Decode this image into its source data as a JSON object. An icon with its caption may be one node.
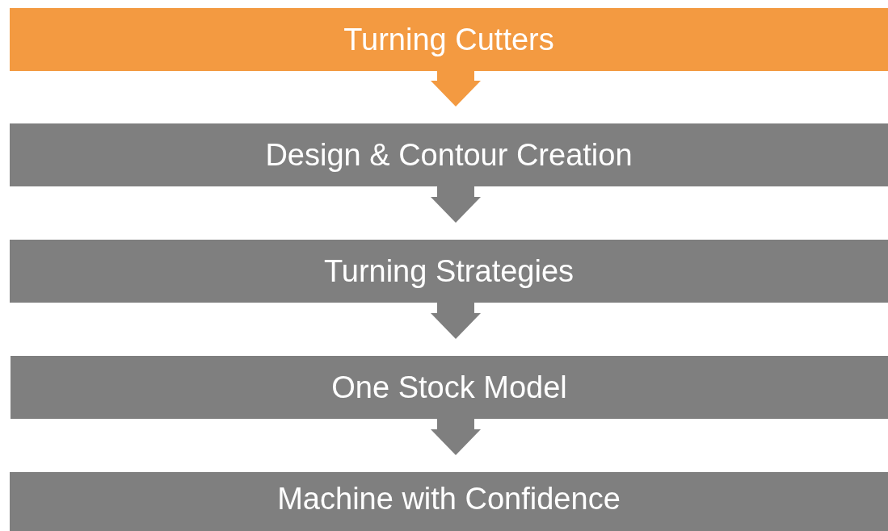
{
  "diagram": {
    "nodes": [
      {
        "text": [
          "Turning Cutters"
        ]
      },
      {
        "text": [
          "Design & Contour Creation"
        ]
      },
      {
        "text": [
          "Turning Strategies"
        ]
      },
      {
        "text": [
          "One Stock Model"
        ]
      },
      {
        "text": [
          "Machine with Confidence"
        ]
      }
    ],
    "edges": [
      {
        "from": 0,
        "to": 1,
        "arrow": "to",
        "color": "#f39a41"
      },
      {
        "from": 1,
        "to": 2,
        "arrow": "to"
      },
      {
        "from": 2,
        "to": 3,
        "arrow": "to"
      },
      {
        "from": 3,
        "to": 4,
        "arrow": "to"
      }
    ]
  }
}
